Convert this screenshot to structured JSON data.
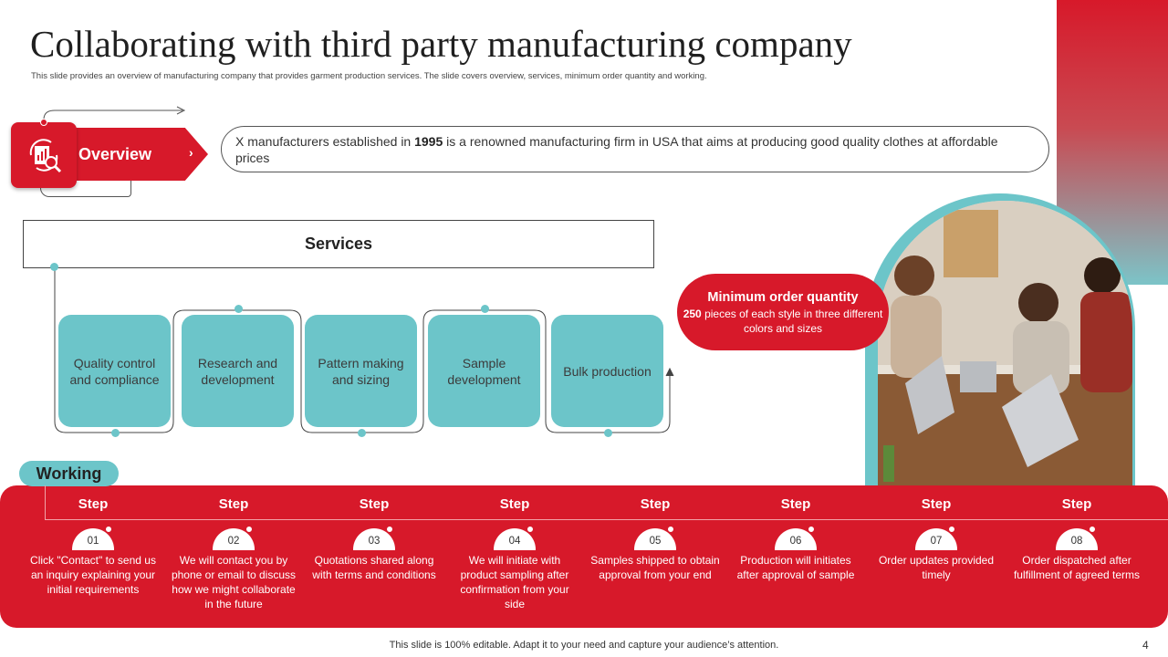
{
  "header": {
    "title": "Collaborating with third party manufacturing company",
    "subtitle": "This slide provides an overview of manufacturing company that provides garment production services. The slide covers overview, services, minimum order quantity and working."
  },
  "overview": {
    "label": "Overview",
    "chevron": "›",
    "icon": "report-magnifier-icon",
    "text_before": "X manufacturers established in ",
    "year": "1995",
    "text_after": " is a renowned manufacturing firm in USA that aims at producing good quality clothes at affordable prices"
  },
  "services": {
    "title": "Services",
    "items": [
      {
        "label": "Quality control and compliance"
      },
      {
        "label": "Research and development"
      },
      {
        "label": "Pattern making and sizing"
      },
      {
        "label": "Sample development"
      },
      {
        "label": "Bulk production"
      }
    ]
  },
  "moq": {
    "title": "Minimum order quantity",
    "qty": "250",
    "desc_rest": " pieces of each style in three different colors and sizes"
  },
  "working": {
    "title": "Working",
    "steps": [
      {
        "label": "Step",
        "num": "01",
        "desc": "Click \"Contact\" to send us an inquiry explaining your initial requirements"
      },
      {
        "label": "Step",
        "num": "02",
        "desc": "We will contact you by phone or email to discuss how we might collaborate in the future"
      },
      {
        "label": "Step",
        "num": "03",
        "desc": "Quotations shared along with terms and conditions"
      },
      {
        "label": "Step",
        "num": "04",
        "desc": "We will initiate with product sampling after confirmation from your side"
      },
      {
        "label": "Step",
        "num": "05",
        "desc": "Samples shipped to obtain approval from your end"
      },
      {
        "label": "Step",
        "num": "06",
        "desc": "Production will initiates after approval of sample"
      },
      {
        "label": "Step",
        "num": "07",
        "desc": "Order updates provided timely"
      },
      {
        "label": "Step",
        "num": "08",
        "desc": "Order dispatched after fulfillment of agreed terms"
      }
    ]
  },
  "footer": {
    "note": "This slide is 100% editable. Adapt it to your need and capture your audience’s attention.",
    "page": "4"
  },
  "colors": {
    "accent_red": "#d7192a",
    "accent_teal": "#6cc5c9"
  }
}
